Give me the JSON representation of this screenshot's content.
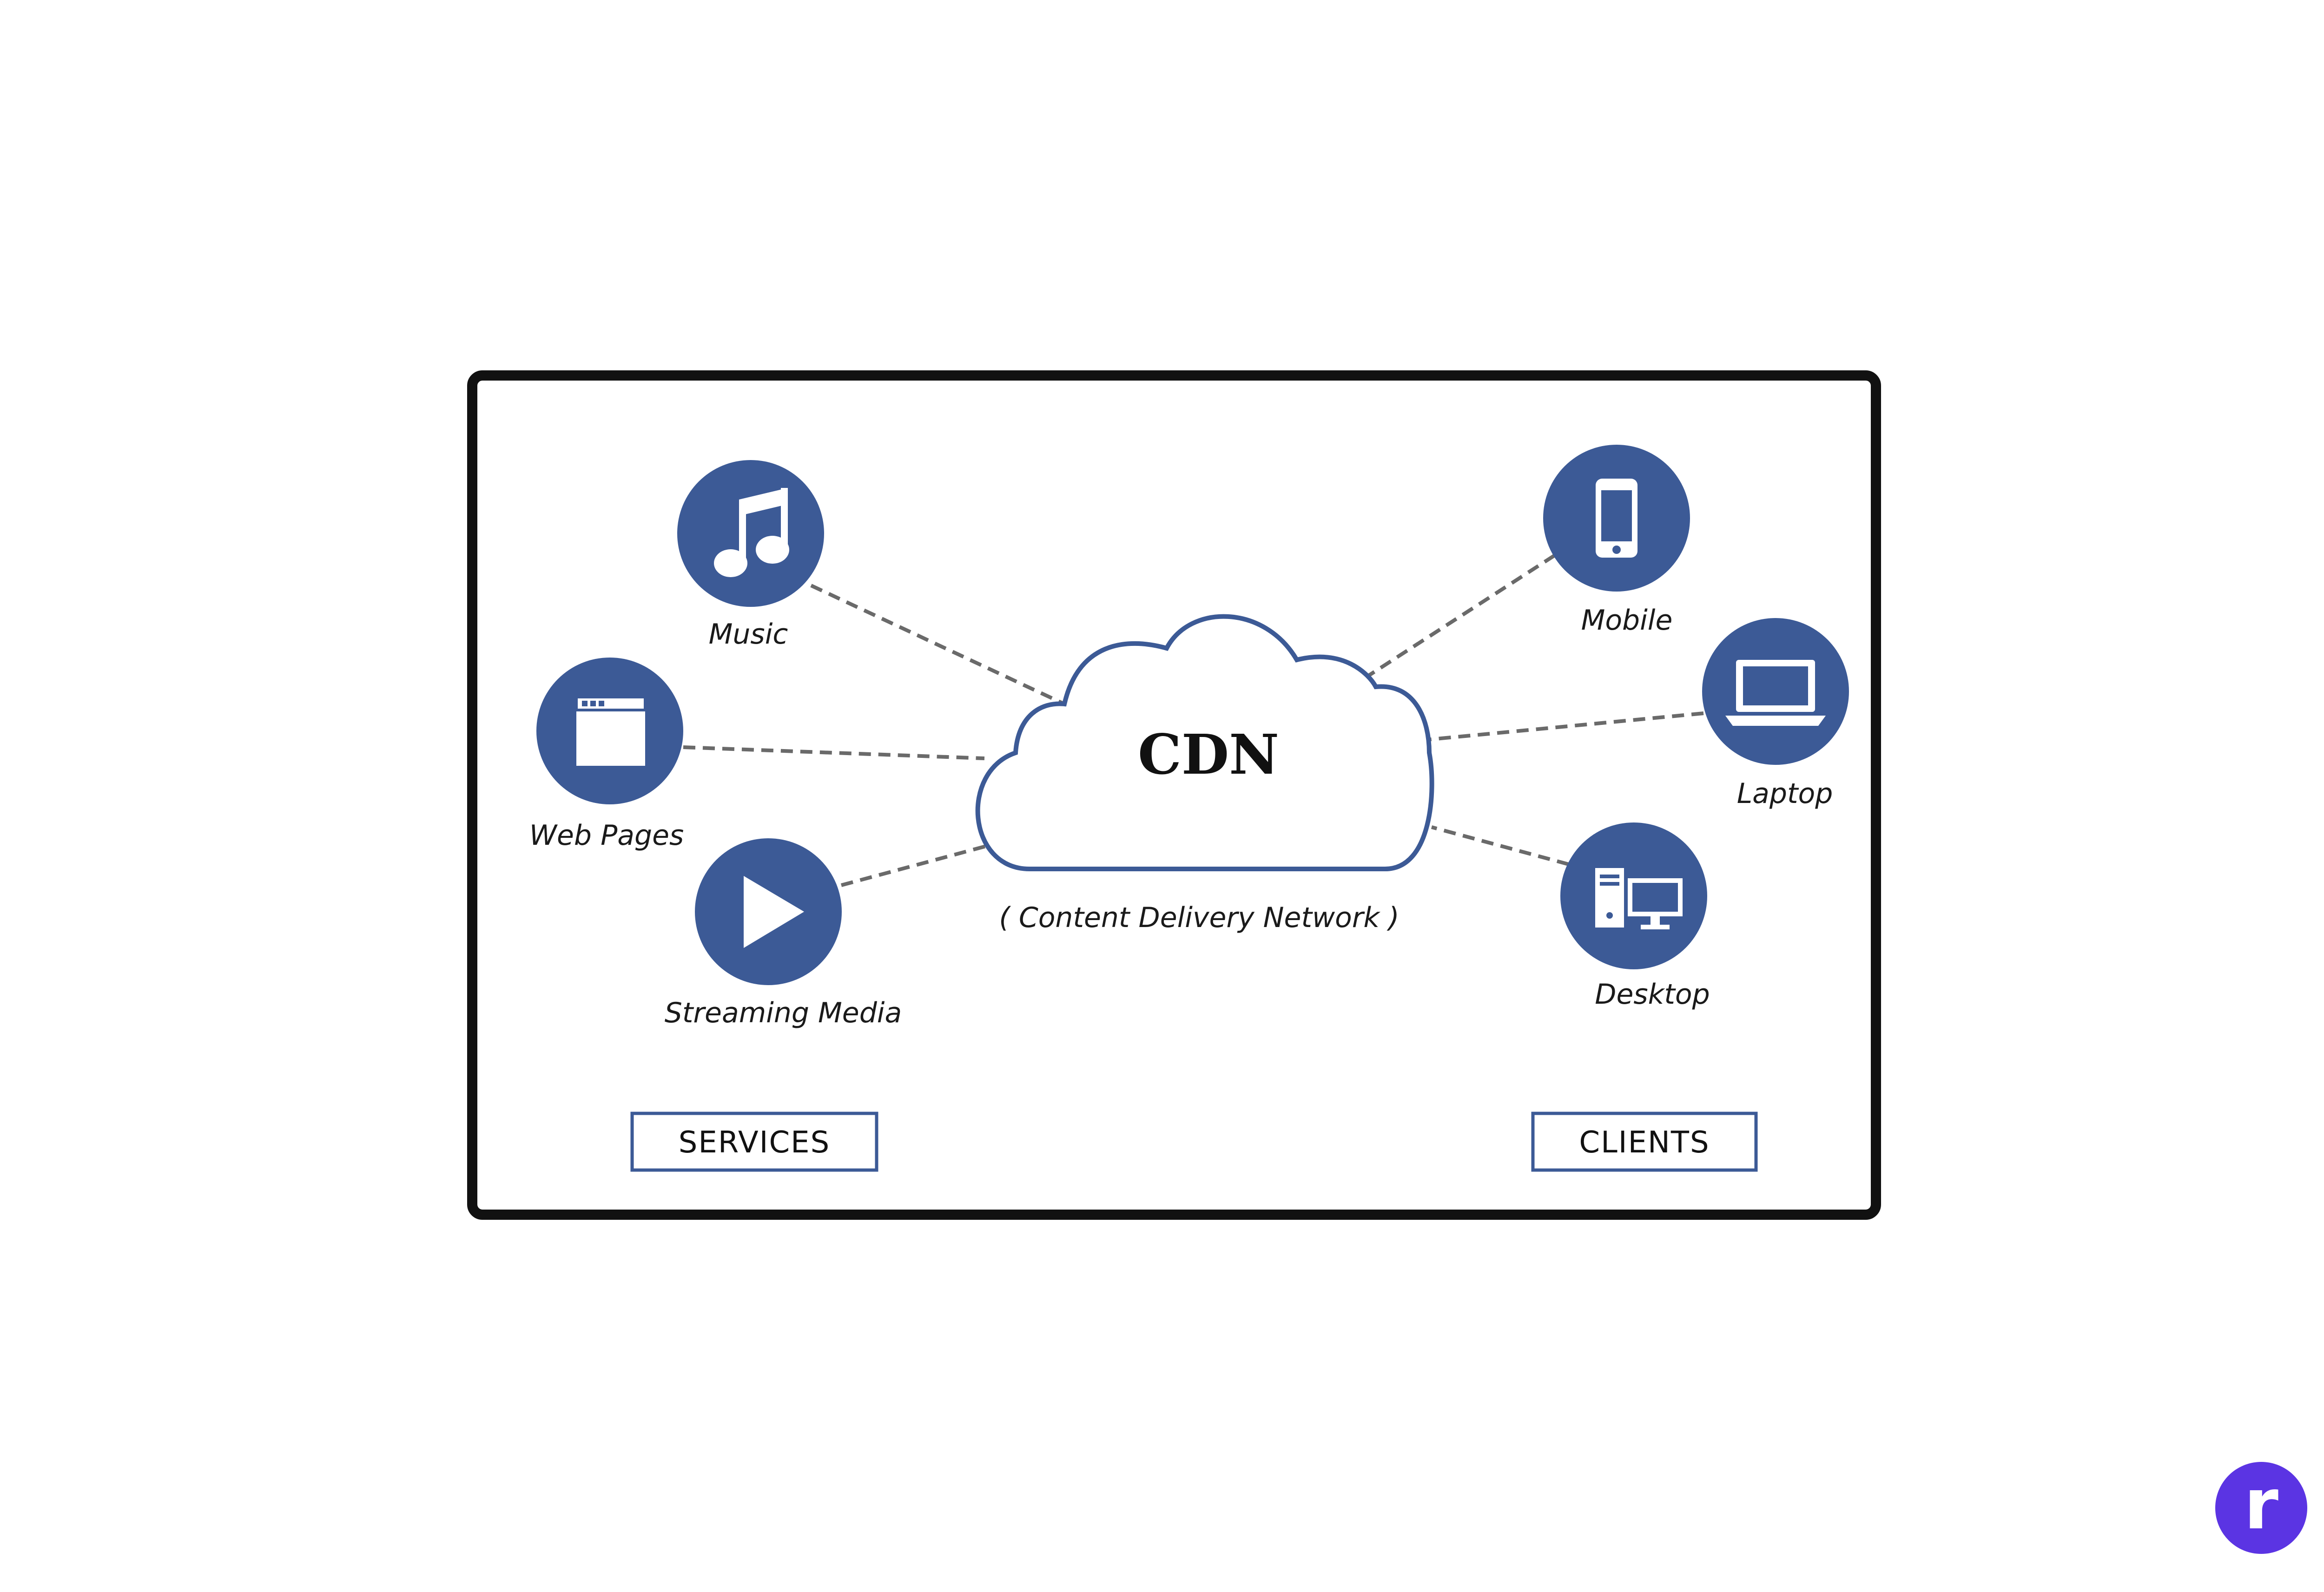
{
  "center": {
    "title": "CDN",
    "subtitle": "( Content Delivery Network )"
  },
  "services": {
    "box_label": "SERVICES",
    "items": [
      {
        "label": "Music",
        "icon": "music-note-icon"
      },
      {
        "label": "Web Pages",
        "icon": "browser-window-icon"
      },
      {
        "label": "Streaming Media",
        "icon": "play-icon"
      }
    ]
  },
  "clients": {
    "box_label": "CLIENTS",
    "items": [
      {
        "label": "Mobile",
        "icon": "mobile-phone-icon"
      },
      {
        "label": "Laptop",
        "icon": "laptop-icon"
      },
      {
        "label": "Desktop",
        "icon": "desktop-computer-icon"
      }
    ]
  },
  "badge": {
    "letter": "r"
  },
  "colors": {
    "node_fill": "#3c5a96",
    "cloud_stroke": "#3c5a96",
    "frame": "#111111",
    "badge": "#5b34e3"
  }
}
